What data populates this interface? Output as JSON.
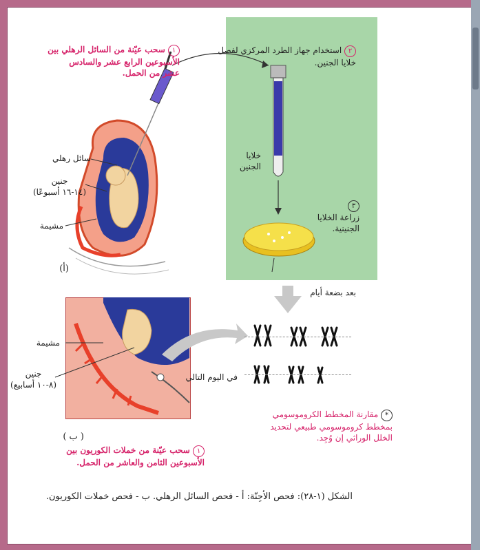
{
  "labels": {
    "step_a1_num": "١",
    "step_a1": [
      "سحب عيّنة من السائل الرهلي بين",
      "الأسبوعين الرابع عشر والسادس",
      "عشر من الحمل."
    ],
    "step2_num": "٢",
    "step2": [
      "استخدام جهاز الطرد المركزي لفصل",
      "خلايا الجنين."
    ],
    "fetal_cells": [
      "خلايا",
      "الجنين"
    ],
    "step3_num": "٣",
    "step3": [
      "زراعة الخلايا",
      "الجنينية."
    ],
    "amniotic_fluid": "سائل رهلي",
    "fetus_a": [
      "جنين",
      "(١٤-١٦ أسبوعًا)"
    ],
    "placenta_a": "مشيمة",
    "part_a": "(أ)",
    "after_days": "بعد بضعة أيام",
    "next_day": "في اليوم التالي",
    "placenta_b": "مشيمة",
    "fetus_b": [
      "جنين",
      "(٨-١٠ أسابيع)"
    ],
    "part_b": "( ب )",
    "step_b1_num": "١",
    "step_b1": [
      "سحب عيّنة من خملات الكوريون بين",
      "الأسبوعين الثامن والعاشر من الحمل."
    ],
    "star": "*",
    "compare": [
      "مقارنة المخطط الكروموسومي",
      "بمخطط كروموسومي طبيعي لتحديد",
      "الخلل الوراثي إن وُجِد."
    ],
    "caption": "الشكل (١-٢٨): فحص الأجِنّة: أ - فحص السائل الرهلي. ب - فحص خملات الكوريون."
  },
  "colors": {
    "accent": "#d6236a",
    "panel_green": "#a8d6a8",
    "uterus": "#f05a28",
    "amniotic": "#2a3a9a",
    "fetus": "#f2d4a0",
    "dish": "#f5e04a"
  }
}
